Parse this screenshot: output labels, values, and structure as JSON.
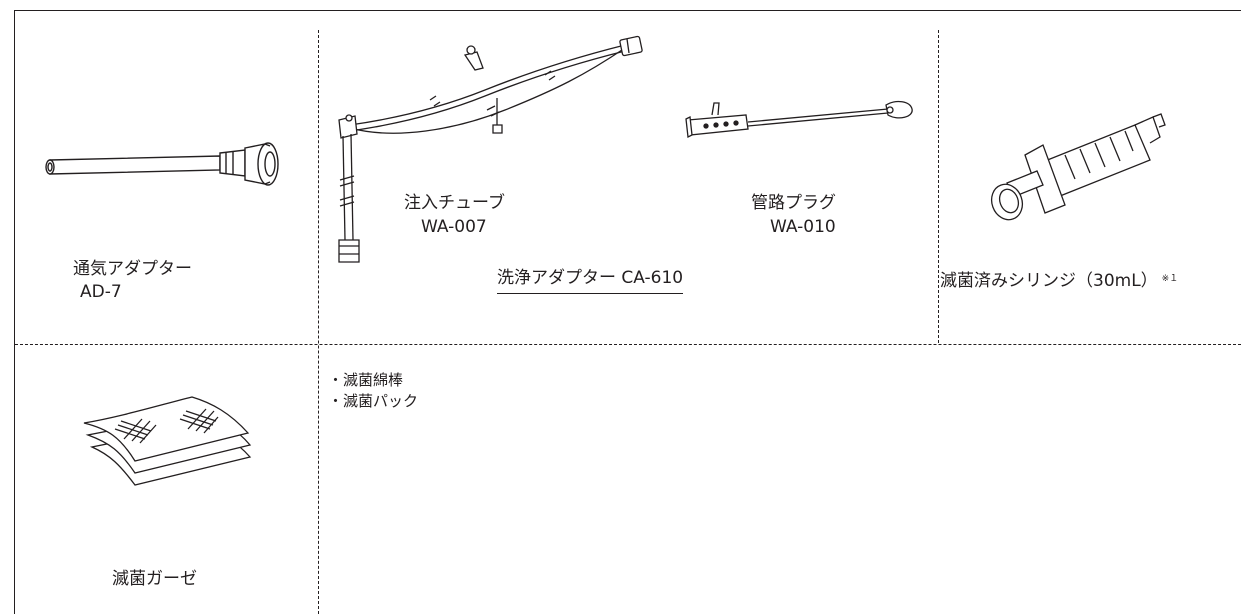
{
  "items": {
    "ad7": {
      "name": "通気アダプター",
      "code": "AD-7"
    },
    "wa007": {
      "name": "注入チューブ",
      "code": "WA-007"
    },
    "wa010": {
      "name": "管路プラグ",
      "code": "WA-010"
    },
    "ca610": {
      "title": "洗浄アダプター CA-610"
    },
    "syringe": {
      "name": "滅菌済みシリンジ（30mL）",
      "note": "※１"
    },
    "gauze": {
      "name": "滅菌ガーゼ"
    }
  },
  "other_items": [
    "・滅菌綿棒",
    "・滅菌パック"
  ]
}
